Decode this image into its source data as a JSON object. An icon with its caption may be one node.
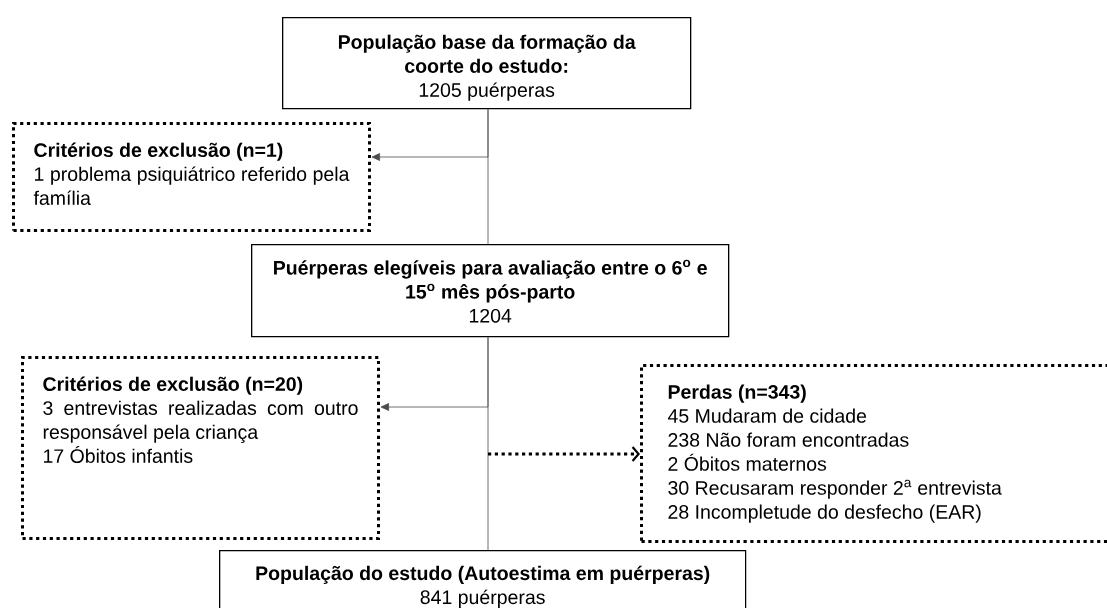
{
  "diagram": {
    "nodes": [
      {
        "text": [
          "População base da formação da coorte do estudo:",
          "1205 puérperas"
        ]
      },
      {
        "text": [
          "Critérios de exclusão (n=1)",
          "1 problema psiquiátrico referido pela família"
        ]
      },
      {
        "text": [
          "Puérperas elegíveis para avaliação entre o 6$^{o}$ e 15$^{o}$ mês pós-parto",
          "1204"
        ]
      },
      {
        "text": [
          "Critérios de exclusão (n=20)",
          "3 entrevistas realizadas com outro responsável pela criança",
          "17 Óbitos infantis"
        ]
      },
      {
        "text": [
          "Perdas (n=343)",
          "45 Mudaram de cidade",
          "238 Não foram encontradas",
          "2 Óbitos maternos",
          "30 Recusaram responder 2$^{a}$ entrevista",
          "28 Incompletude do desfecho (EAR)"
        ]
      },
      {
        "text": [
          "População do estudo (Autoestima em puérperas)",
          "841 puérperas"
        ]
      }
    ],
    "edges": [
      {
        "from": 0,
        "to": 2,
        "arrow": "none"
      },
      {
        "from": 0,
        "to": 1,
        "arrow": "to"
      },
      {
        "from": 2,
        "to": 5,
        "arrow": "none"
      },
      {
        "from": 2,
        "to": 3,
        "arrow": "to"
      },
      {
        "from": null,
        "to": 4,
        "arrow": "to",
        "style": "dashed",
        "color": "#000000"
      }
    ]
  }
}
